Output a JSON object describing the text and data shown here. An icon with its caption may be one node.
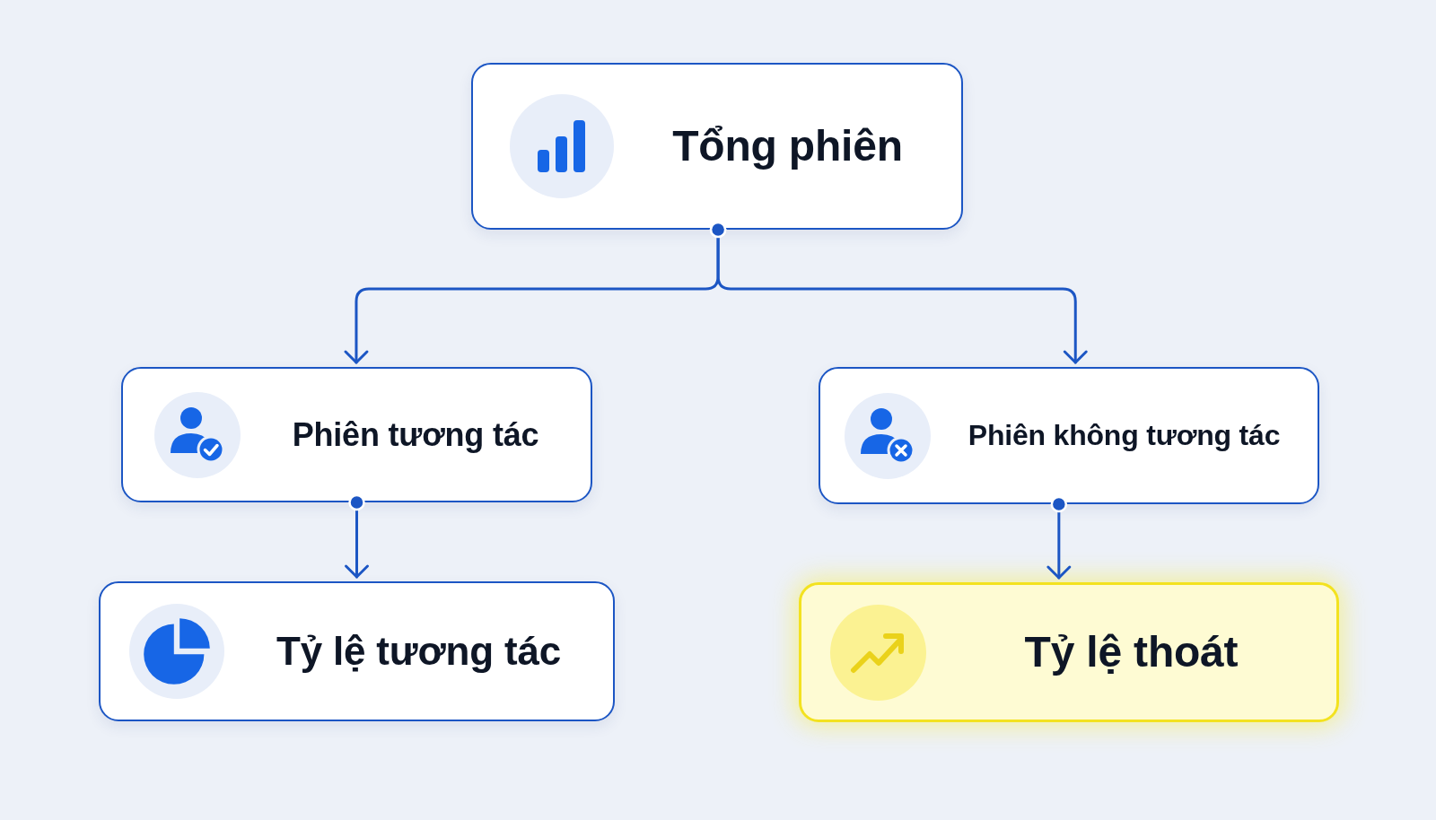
{
  "diagram": {
    "nodes": [
      {
        "text": [
          "Tổng phiên"
        ]
      },
      {
        "text": [
          "Phiên tương tác"
        ]
      },
      {
        "text": [
          "Phiên không tương tác"
        ]
      },
      {
        "text": [
          "Tỷ lệ tương tác"
        ]
      },
      {
        "text": [
          "Tỷ lệ thoát"
        ]
      }
    ],
    "edges": [
      {
        "from": 0,
        "to": 1,
        "arrow": "to"
      },
      {
        "from": 0,
        "to": 2,
        "arrow": "to"
      },
      {
        "from": 1,
        "to": 3,
        "arrow": "to"
      },
      {
        "from": 2,
        "to": 4,
        "arrow": "to"
      }
    ]
  }
}
